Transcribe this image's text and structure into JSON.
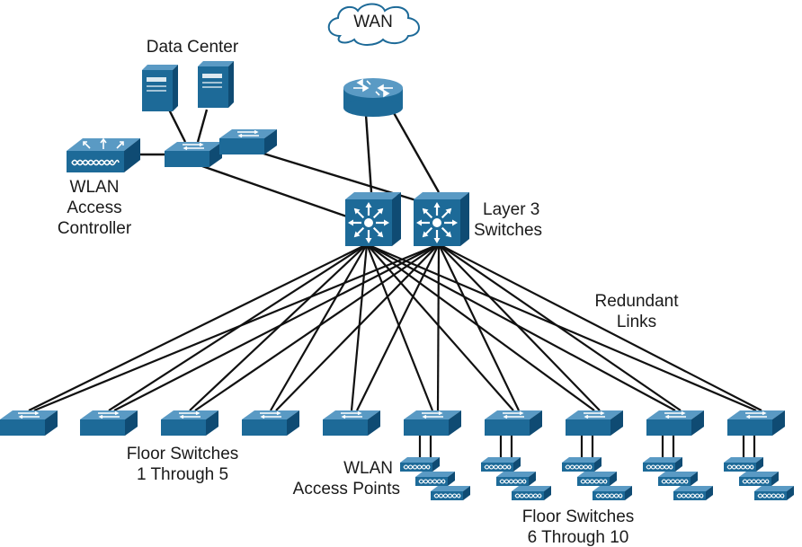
{
  "colors": {
    "device_face": "#1d6a98",
    "device_top": "#5a9ac4",
    "device_side": "#0f4b73",
    "link": "#111111",
    "cloud_stroke": "#1d6a98"
  },
  "labels": {
    "wan": "WAN",
    "data_center": "Data Center",
    "wlan_controller": [
      "WLAN",
      "Access",
      "Controller"
    ],
    "layer3": [
      "Layer 3",
      "Switches"
    ],
    "redundant": [
      "Redundant",
      "Links"
    ],
    "floor_1_5": [
      "Floor Switches",
      "1 Through 5"
    ],
    "wlan_ap": [
      "WLAN",
      "Access Points"
    ],
    "floor_6_10": [
      "Floor Switches",
      "6 Through 10"
    ]
  },
  "nodes": {
    "cloud": {
      "icon": "cloud-icon"
    },
    "router": {
      "icon": "router-icon"
    },
    "servers": [
      "server-icon",
      "server-icon"
    ],
    "dc_switches": [
      "switch-icon",
      "switch-icon"
    ],
    "wlc": {
      "icon": "wireless-controller-icon"
    },
    "core": [
      "layer3-switch-icon",
      "layer3-switch-icon"
    ],
    "floor_switches": 10,
    "ap_groups": 5,
    "aps_per_group": 3
  }
}
